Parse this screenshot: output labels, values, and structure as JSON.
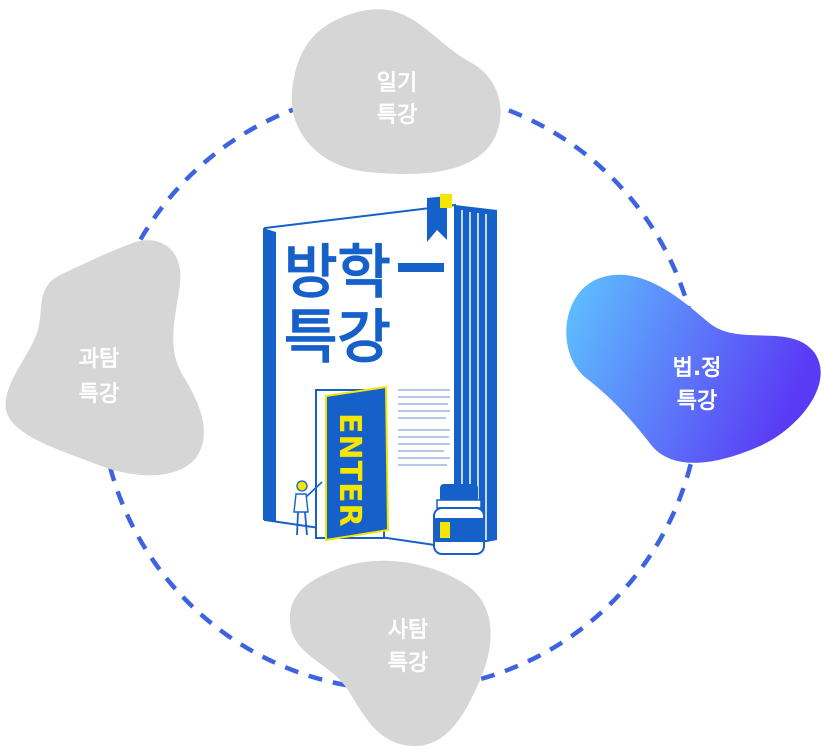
{
  "diagram": {
    "center": {
      "title_line1": "방학",
      "title_line2": "특강",
      "door_label": "ENTER"
    },
    "nodes": [
      {
        "id": "diary",
        "line1": "일기",
        "line2": "특강",
        "active": false
      },
      {
        "id": "law",
        "line1": "법.정",
        "line2": "특강",
        "active": true
      },
      {
        "id": "social",
        "line1": "사탐",
        "line2": "특강",
        "active": false
      },
      {
        "id": "science",
        "line1": "과탐",
        "line2": "특강",
        "active": false
      }
    ]
  },
  "colors": {
    "ring": "#3d63e0",
    "inactive": "#d6d6d6",
    "active_from": "#5ec4ff",
    "active_to": "#5a3bf5",
    "book_blue": "#1560c9",
    "accent_yellow": "#f5e600"
  }
}
